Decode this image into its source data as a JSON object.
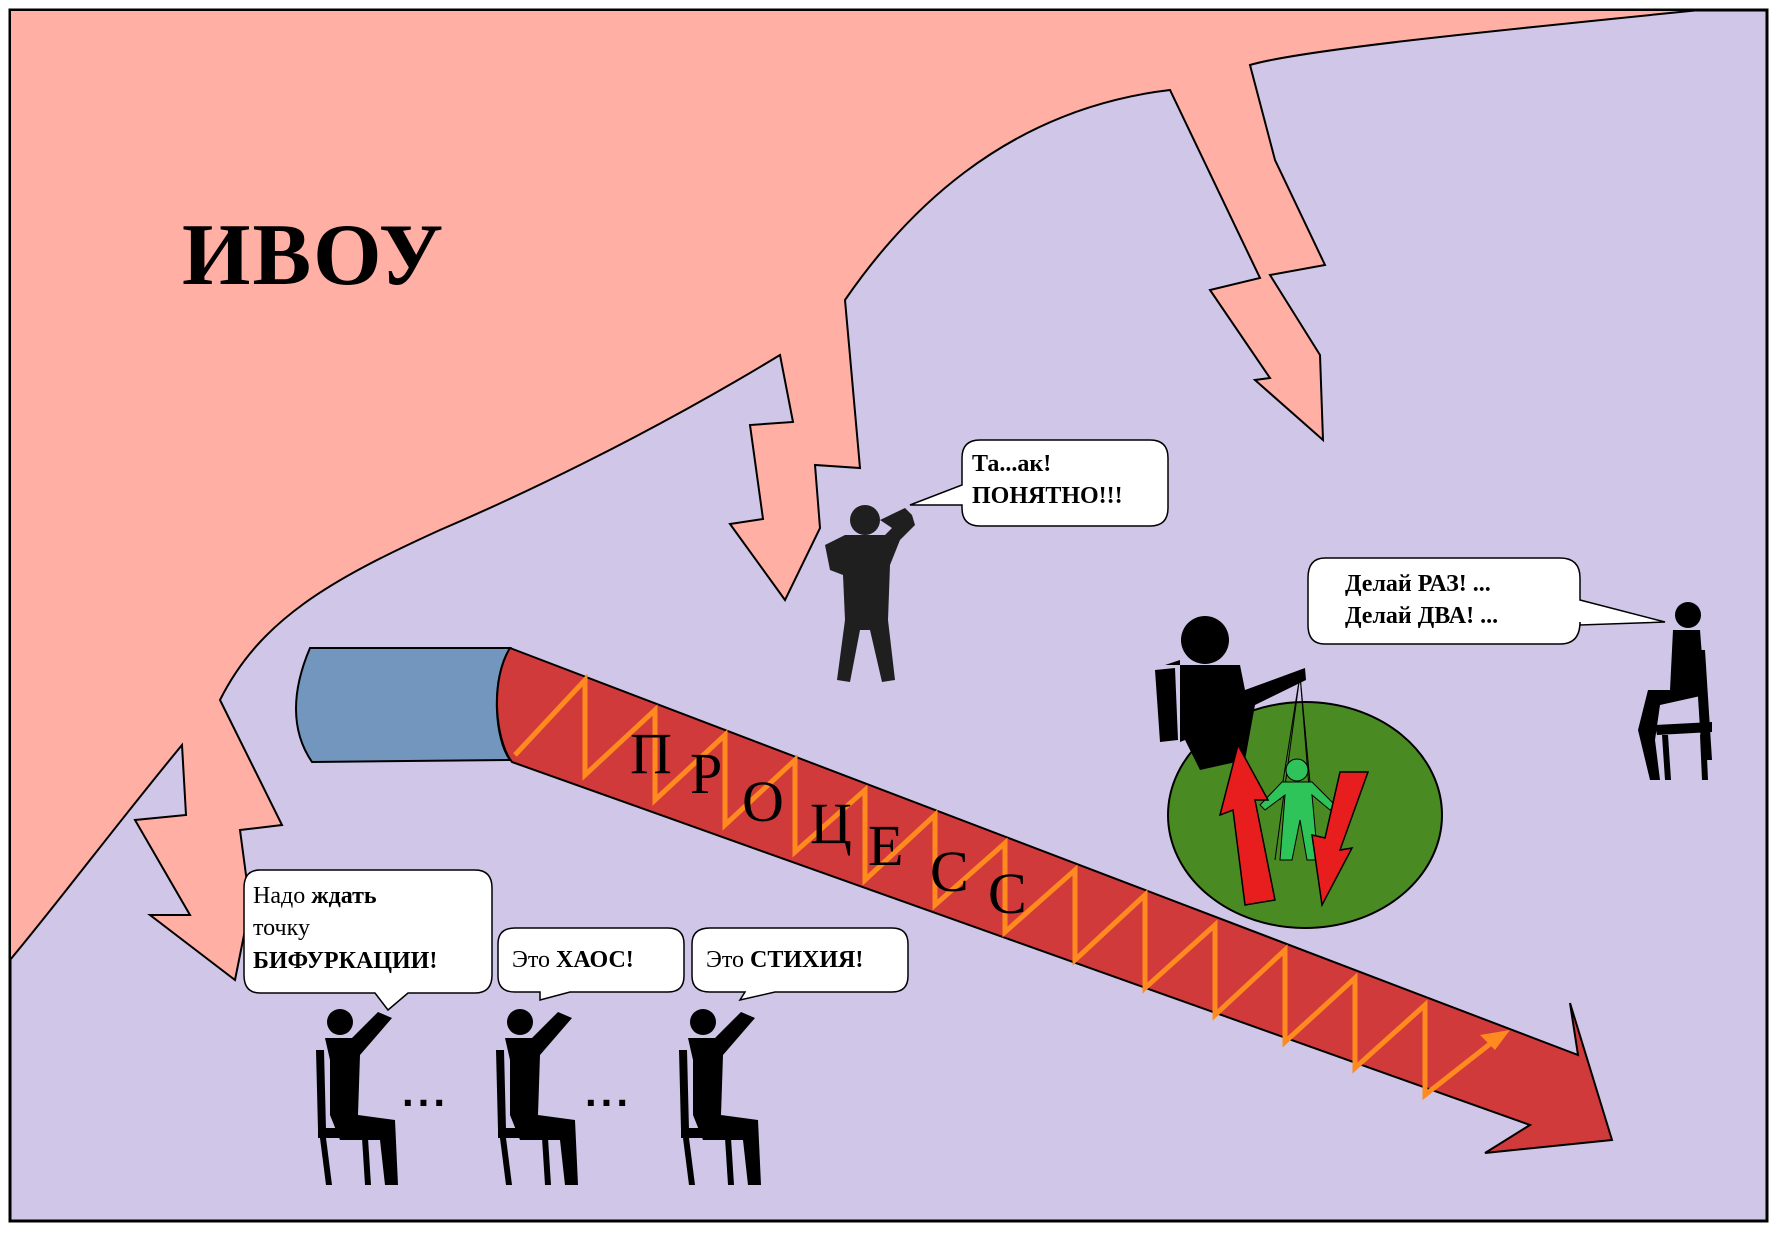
{
  "title": "ИВОУ",
  "process_letters": [
    "П",
    "Р",
    "О",
    "Ц",
    "Е",
    "С",
    "С"
  ],
  "bubbles": {
    "boss": {
      "line1": "Та...ак!",
      "line2": "ПОНЯТНО!!!"
    },
    "teacher": {
      "line1": "Делай РАЗ! ...",
      "line2": "Делай ДВА! ..."
    },
    "student1": {
      "pre1": "Надо ",
      "bold1": "ждать",
      "line2": "точку",
      "bold3": "БИФУРКАЦИИ!"
    },
    "student2": {
      "pre": "Это ",
      "bold": "ХАОС!"
    },
    "student3": {
      "pre": "Это ",
      "bold": "СТИХИЯ!"
    }
  },
  "ellipsis": "...",
  "colors": {
    "background": "#cfc6e8",
    "pink_region": "#ffafa4",
    "arrow_red": "#d13a3a",
    "zigzag_orange": "#ff8a1f",
    "blue_block": "#7296be",
    "green_circle": "#4a8a23",
    "puppet_green": "#2ec45a",
    "arrow_bright_red": "#e81e1e"
  }
}
